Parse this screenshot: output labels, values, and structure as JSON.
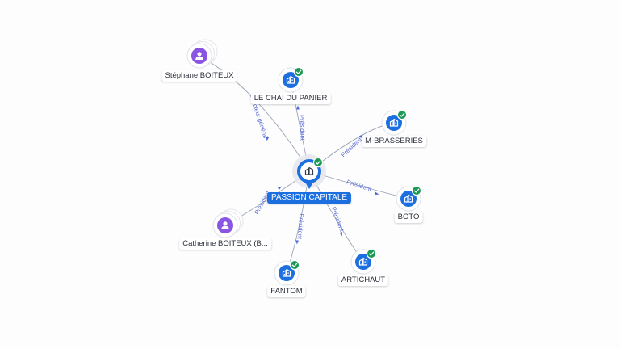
{
  "central": {
    "label": "PASSION CAPITALE",
    "icon": "company-icon",
    "verified": true
  },
  "nodes": [
    {
      "id": "stephane",
      "label": "Stéphane BOITEUX",
      "kind": "person",
      "icon": "person-icon"
    },
    {
      "id": "chai",
      "label": "LE CHAI DU PANIER",
      "kind": "company",
      "icon": "company-icon",
      "verified": true
    },
    {
      "id": "mbrasseries",
      "label": "M-BRASSERIES",
      "kind": "company",
      "icon": "company-icon",
      "verified": true
    },
    {
      "id": "boto",
      "label": "BOTO",
      "kind": "company",
      "icon": "company-icon",
      "verified": true
    },
    {
      "id": "artichaut",
      "label": "ARTICHAUT",
      "kind": "company",
      "icon": "company-icon",
      "verified": true
    },
    {
      "id": "fantom",
      "label": "FANTOM",
      "kind": "company",
      "icon": "company-icon",
      "verified": true
    },
    {
      "id": "catherine",
      "label": "Catherine BOITEUX (B...",
      "kind": "person",
      "icon": "person-icon"
    }
  ],
  "edges": [
    {
      "from": "stephane",
      "to": "central",
      "label": "Directeur général"
    },
    {
      "from": "central",
      "to": "chai",
      "label": "Président"
    },
    {
      "from": "central",
      "to": "mbrasseries",
      "label": "Président"
    },
    {
      "from": "central",
      "to": "boto",
      "label": "Président"
    },
    {
      "from": "central",
      "to": "artichaut",
      "label": "Président"
    },
    {
      "from": "central",
      "to": "fantom",
      "label": "Président"
    },
    {
      "from": "catherine",
      "to": "central",
      "label": "Président"
    }
  ],
  "colors": {
    "company": "#1d6fe0",
    "person": "#8a55e0",
    "verified": "#1a9a52",
    "edge": "#9aa3b5",
    "edge_label": "#5b6cd6"
  }
}
